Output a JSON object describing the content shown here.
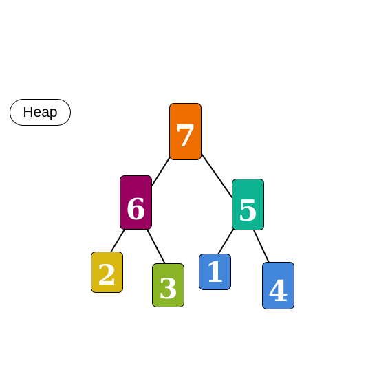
{
  "label": "Heap",
  "nodes": [
    {
      "id": "7",
      "value": "7",
      "color": "#EE6F00"
    },
    {
      "id": "6",
      "value": "6",
      "color": "#9A0060"
    },
    {
      "id": "5",
      "value": "5",
      "color": "#0EB392"
    },
    {
      "id": "2",
      "value": "2",
      "color": "#D8B711"
    },
    {
      "id": "3",
      "value": "3",
      "color": "#8BB529"
    },
    {
      "id": "1",
      "value": "1",
      "color": "#4387DC"
    },
    {
      "id": "4",
      "value": "4",
      "color": "#4387DC"
    }
  ],
  "edges": [
    {
      "from": "7",
      "to": "6"
    },
    {
      "from": "7",
      "to": "5"
    },
    {
      "from": "6",
      "to": "2"
    },
    {
      "from": "6",
      "to": "3"
    },
    {
      "from": "5",
      "to": "1"
    },
    {
      "from": "5",
      "to": "4"
    }
  ]
}
